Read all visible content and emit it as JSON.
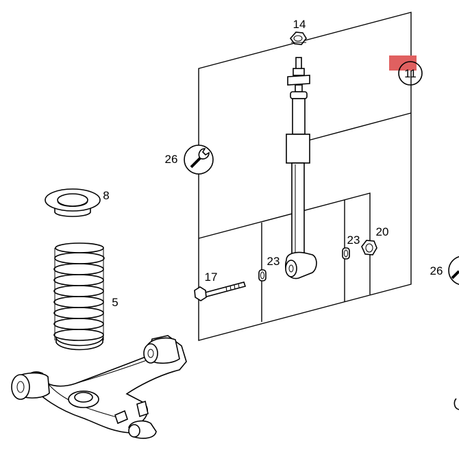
{
  "callouts": {
    "c14": "14",
    "c11": "11",
    "c26a": "26",
    "c8": "8",
    "c5": "5",
    "c23a": "23",
    "c20": "20",
    "c23b": "23",
    "c17": "17",
    "c26b": "26"
  },
  "colors": {
    "highlight": "#e06060",
    "line": "#000000",
    "background": "#ffffff"
  },
  "icons": {
    "wrench": "wrench-icon"
  }
}
